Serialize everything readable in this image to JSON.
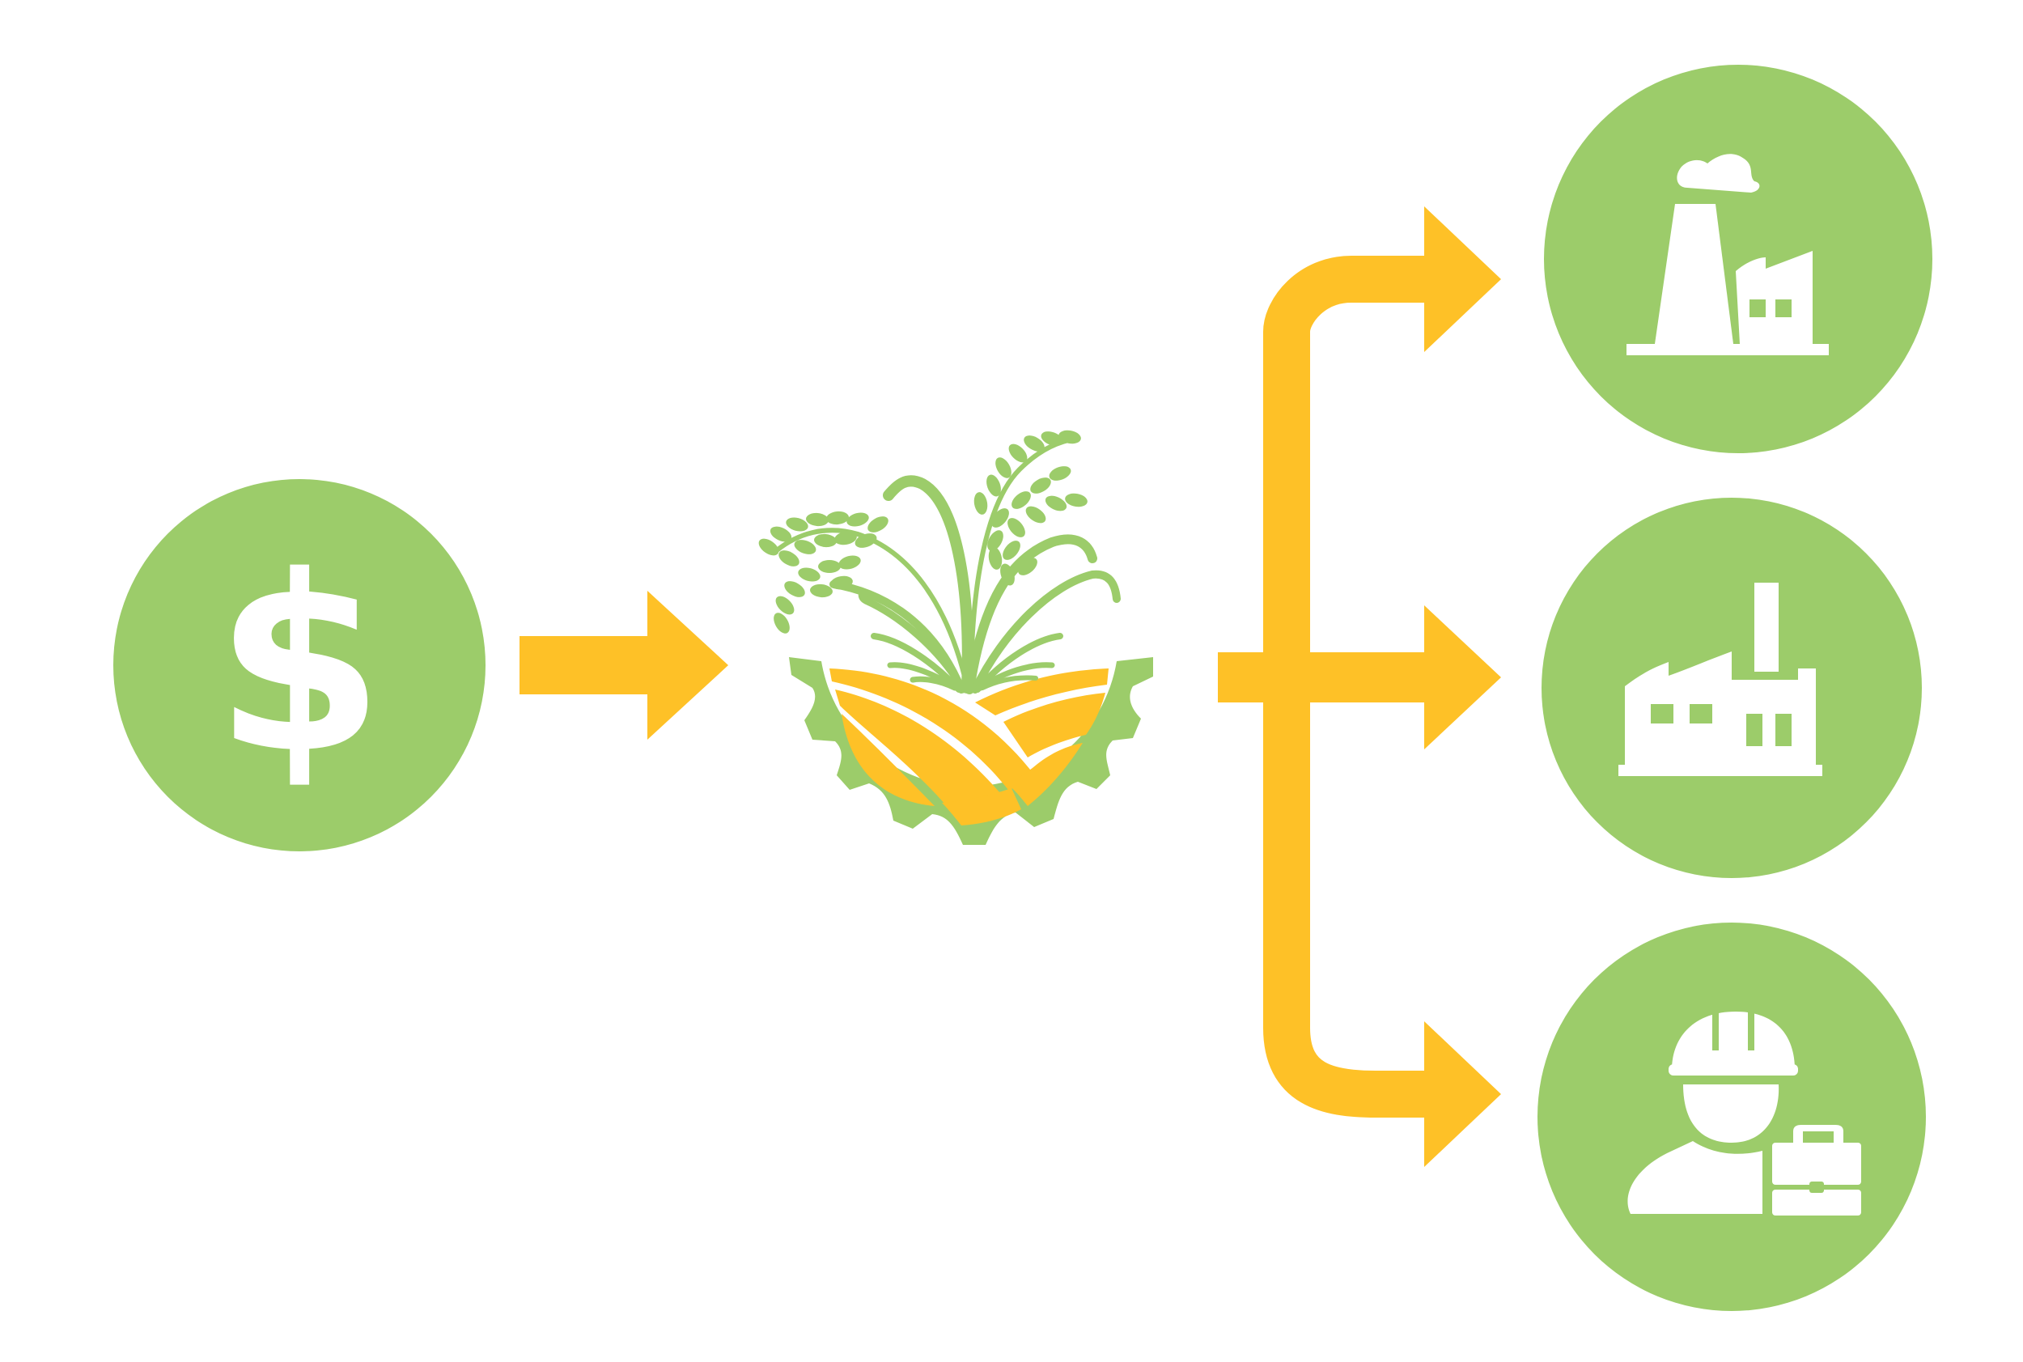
{
  "colors": {
    "circle_green": "#9ccc6a",
    "arrow_yellow": "#fec127",
    "icon_white": "#ffffff",
    "logo_green": "#9ccc6a",
    "logo_yellow": "#fec127",
    "background": "#ffffff"
  },
  "nodes": {
    "source": {
      "icon": "dollar-icon",
      "glyph": "$"
    },
    "center": {
      "icon": "agriculture-gear-logo"
    },
    "outputs": [
      {
        "icon": "power-plant-icon"
      },
      {
        "icon": "factory-icon"
      },
      {
        "icon": "worker-toolbox-icon"
      }
    ]
  },
  "connectors": [
    {
      "from": "source",
      "to": "center",
      "style": "arrow"
    },
    {
      "from": "center",
      "to": "outputs",
      "style": "branching-arrow",
      "branches": 3
    }
  ]
}
